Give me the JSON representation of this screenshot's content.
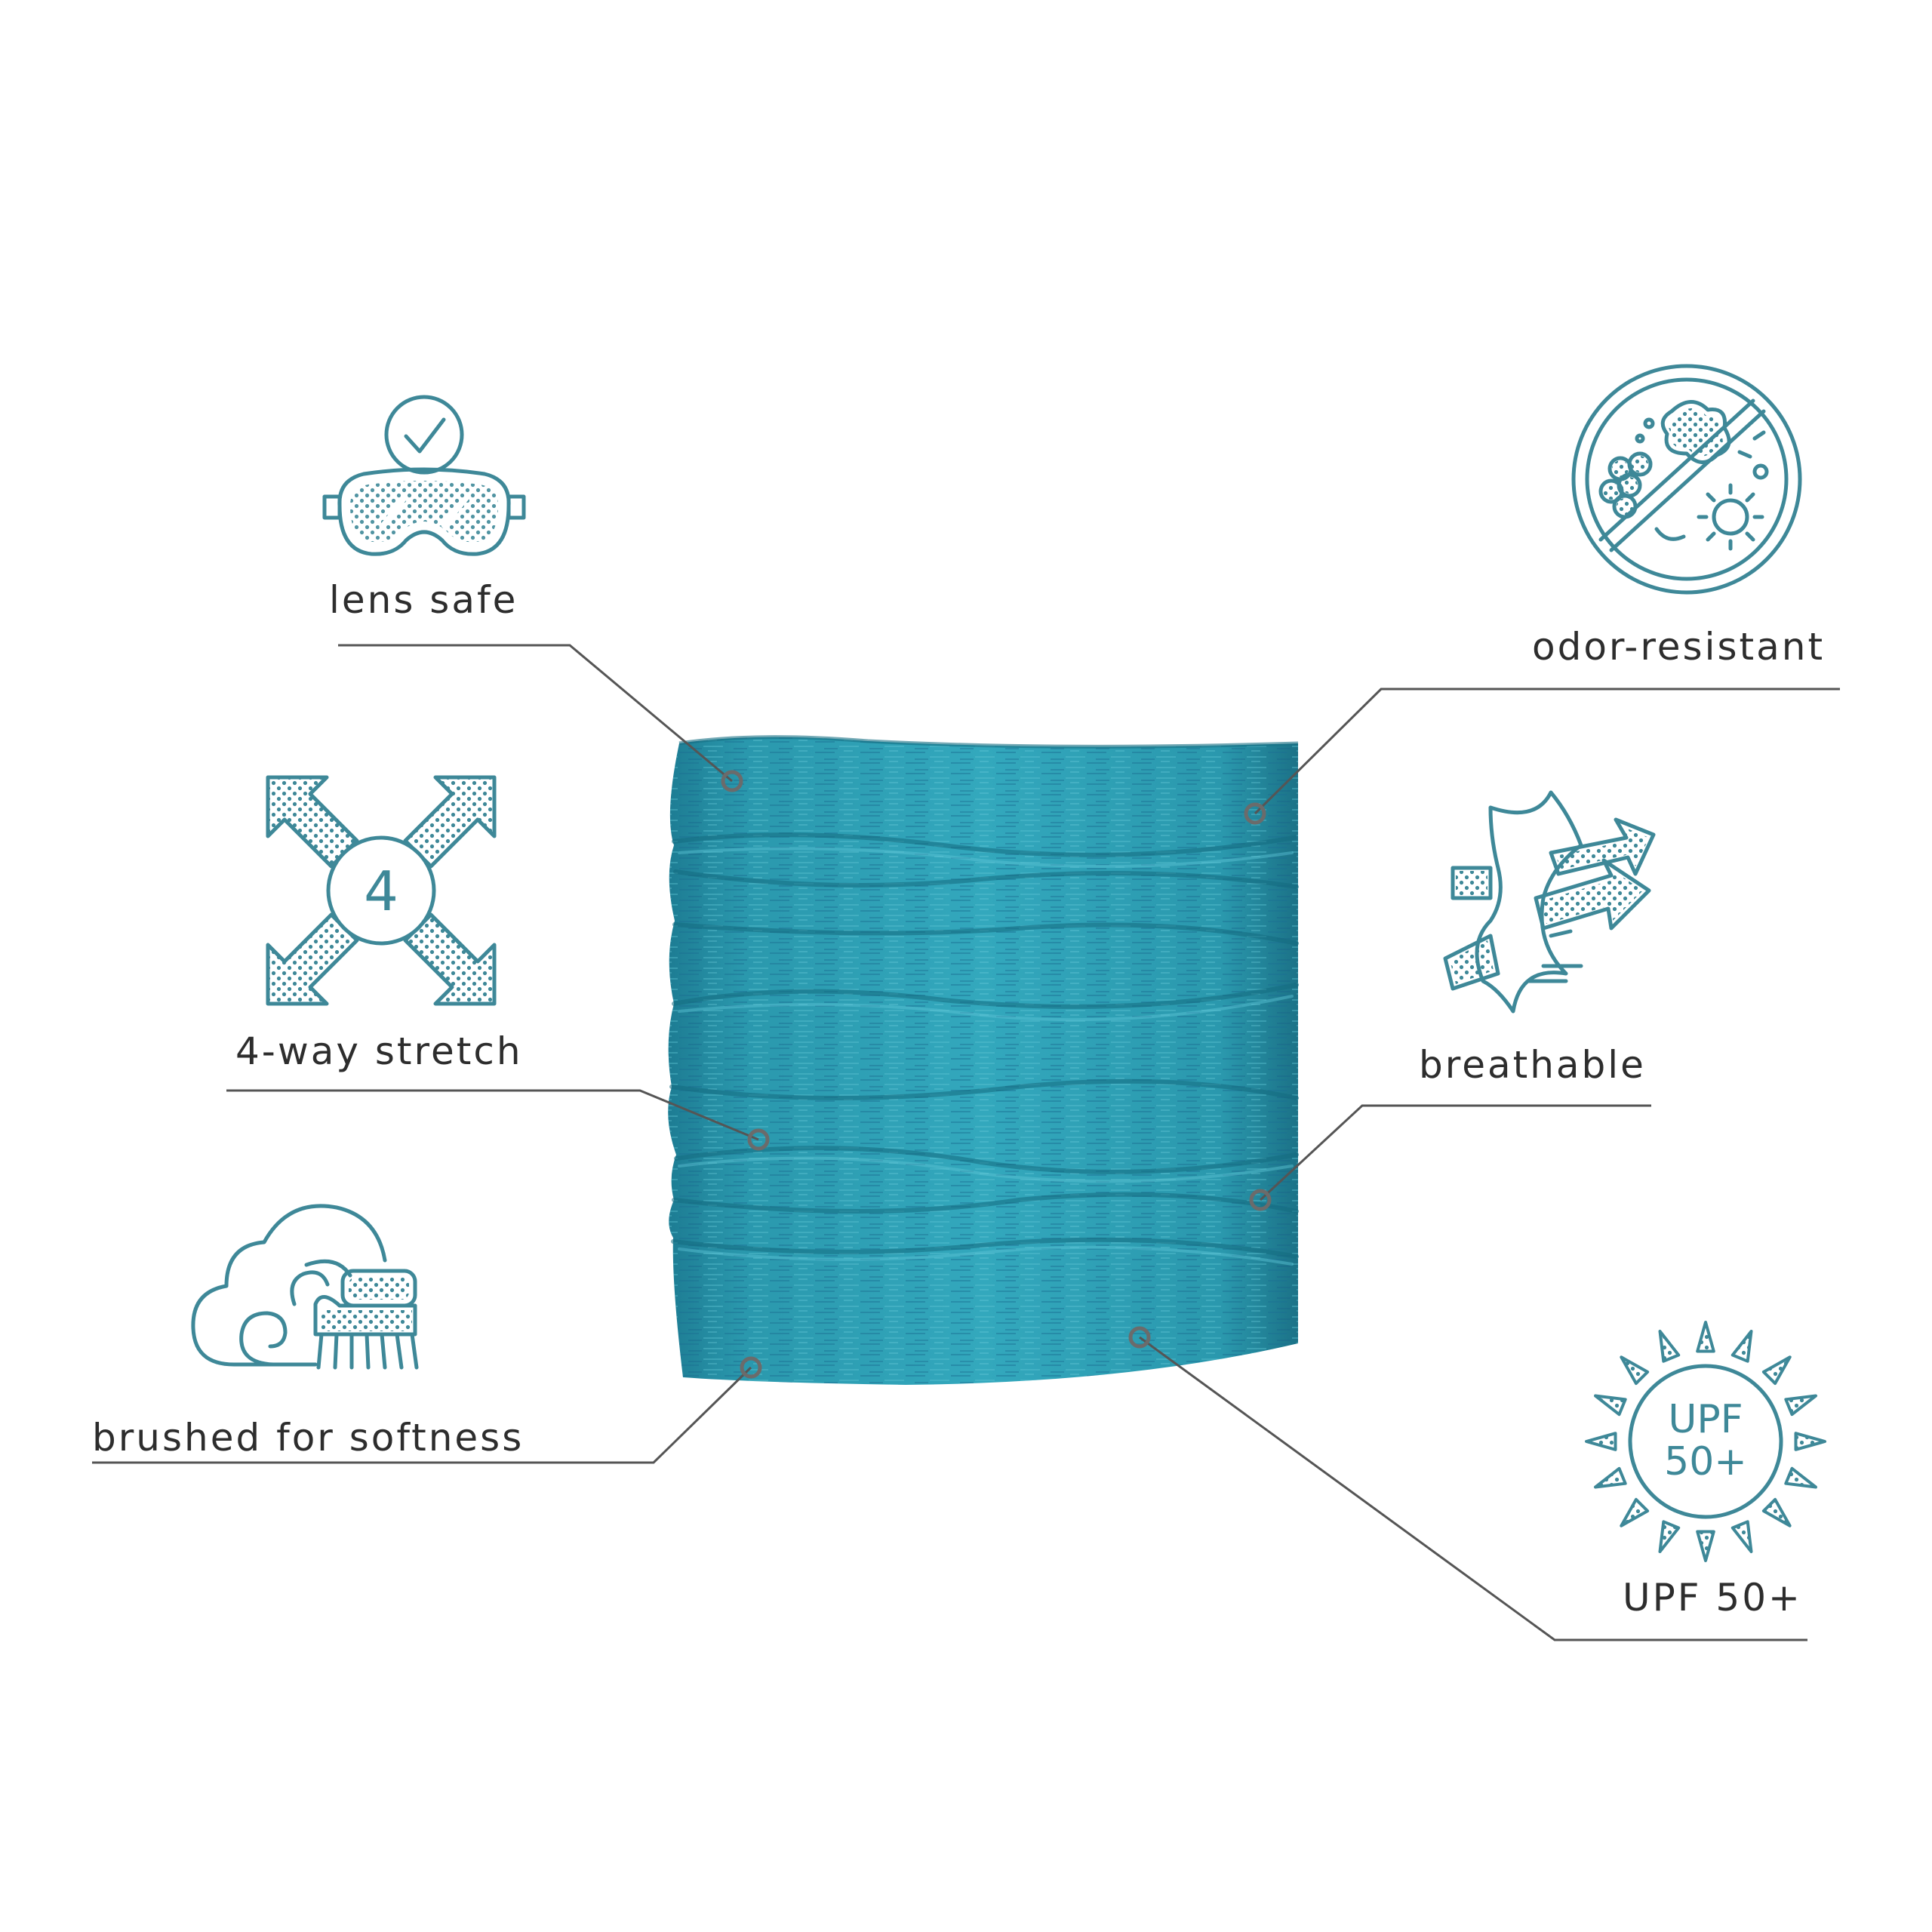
{
  "product": {
    "name": "neck-gaiter",
    "color": "#2a98ad"
  },
  "theme": {
    "icon_color": "#3e8898",
    "text_color": "#2d2d2d",
    "line_color": "#555555",
    "background": "#ffffff"
  },
  "features": {
    "lens_safe": {
      "label": "lens safe",
      "icon": "goggles-check-icon"
    },
    "four_way_stretch": {
      "label": "4-way stretch",
      "icon": "four-arrows-icon",
      "badge": "4"
    },
    "brushed": {
      "label": "brushed for softness",
      "icon": "cloud-brush-icon"
    },
    "odor_resistant": {
      "label": "odor-resistant",
      "icon": "no-bacteria-icon"
    },
    "breathable": {
      "label": "breathable",
      "icon": "fabric-airflow-icon"
    },
    "upf": {
      "label": "UPF 50+",
      "icon": "sun-upf-icon",
      "badge_line1": "UPF",
      "badge_line2": "50+"
    }
  }
}
